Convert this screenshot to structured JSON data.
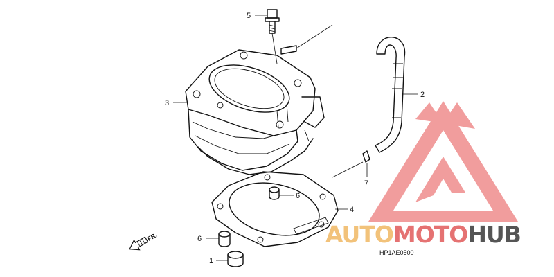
{
  "diagram": {
    "callouts": [
      {
        "id": "1",
        "label": "1"
      },
      {
        "id": "2",
        "label": "2"
      },
      {
        "id": "3",
        "label": "3"
      },
      {
        "id": "4",
        "label": "4"
      },
      {
        "id": "5",
        "label": "5"
      },
      {
        "id": "6a",
        "label": "6"
      },
      {
        "id": "6b",
        "label": "6"
      },
      {
        "id": "7",
        "label": "7"
      }
    ],
    "direction_label": "FR.",
    "diagram_code": "HP1AE0500"
  },
  "watermark": {
    "text_part1": "AUTO",
    "text_part2": "MOTO",
    "text_part3": "HUB",
    "colors": {
      "logo_red": "#ef8d8d",
      "auto": "#f2c27a",
      "moto": "#e57272",
      "hub": "#555555"
    }
  }
}
